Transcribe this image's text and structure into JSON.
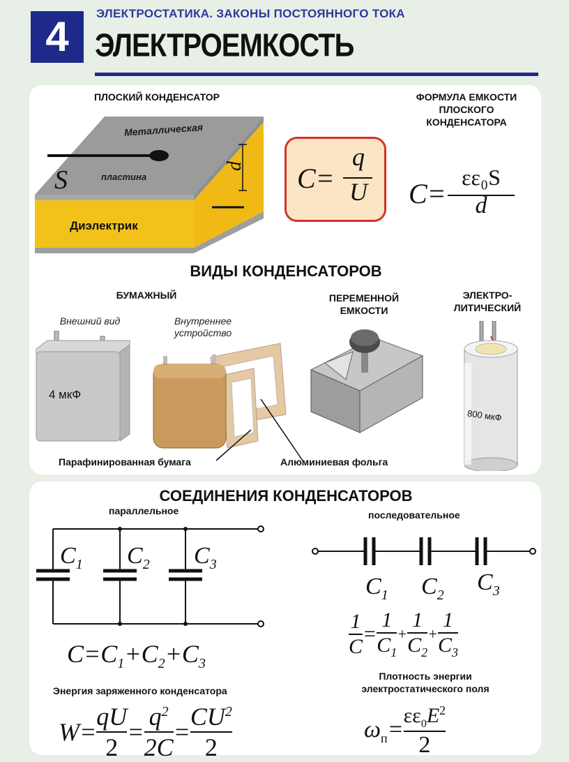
{
  "header": {
    "number": "4",
    "subtitle": "ЭЛЕКТРОСТАТИКА. ЗАКОНЫ ПОСТОЯННОГО ТОКА",
    "title": "ЭЛЕКТРОЕМКОСТЬ"
  },
  "flat_capacitor": {
    "title": "ПЛОСКИЙ КОНДЕНСАТОР",
    "plate_label_1": "Металлическая",
    "plate_label_2": "пластина",
    "area_symbol": "S",
    "distance_symbol": "d",
    "dielectric_label": "Диэлектрик"
  },
  "capacity_formula": {
    "lhs": "C=",
    "numerator": "q",
    "denominator": "U"
  },
  "flat_formula": {
    "title": "ФОРМУЛА ЕМКОСТИ ПЛОСКОГО КОНДЕНСАТОРА",
    "lhs": "C=",
    "numerator": "εε₀S",
    "denominator": "d"
  },
  "types": {
    "title": "ВИДЫ КОНДЕНСАТОРОВ",
    "paper_title": "БУМАЖНЫЙ",
    "paper_outer_view": "Внешний вид",
    "paper_inner_view": "Внутреннее устройство",
    "paper_value": "4 мкФ",
    "paraffin_label": "Парафинированная бумага",
    "foil_label": "Алюминиевая фольга",
    "variable_title": "ПЕРЕМЕННОЙ ЕМКОСТИ",
    "electrolytic_title": "ЭЛЕКТРО-ЛИТИЧЕСКИЙ",
    "electrolytic_value": "800 мкФ"
  },
  "connections": {
    "title": "СОЕДИНЕНИЯ КОНДЕНСАТОРОВ",
    "parallel_label": "параллельное",
    "series_label": "последовательное",
    "c1": "C",
    "c2": "C",
    "c3": "C",
    "sub1": "1",
    "sub2": "2",
    "sub3": "3",
    "parallel_formula": "C=C",
    "series_lhs_num": "1",
    "series_lhs_den": "C",
    "energy_title": "Энергия заряженного конденсатора",
    "energy_density_title_1": "Плотность энергии",
    "energy_density_title_2": "электростатического поля"
  }
}
